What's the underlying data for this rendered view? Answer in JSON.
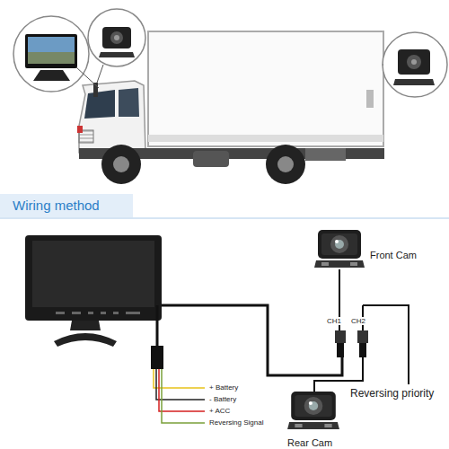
{
  "diagram": {
    "title": "Wiring method",
    "nodes": [
      {
        "text": [
          "Front Cam"
        ]
      },
      {
        "text": [
          "Rear Cam"
        ]
      }
    ],
    "labels": [
      "CH1",
      "CH2",
      "Reversing priority",
      "+ Battery",
      "- Battery",
      "+ ACC",
      "Reversing Signal"
    ]
  }
}
